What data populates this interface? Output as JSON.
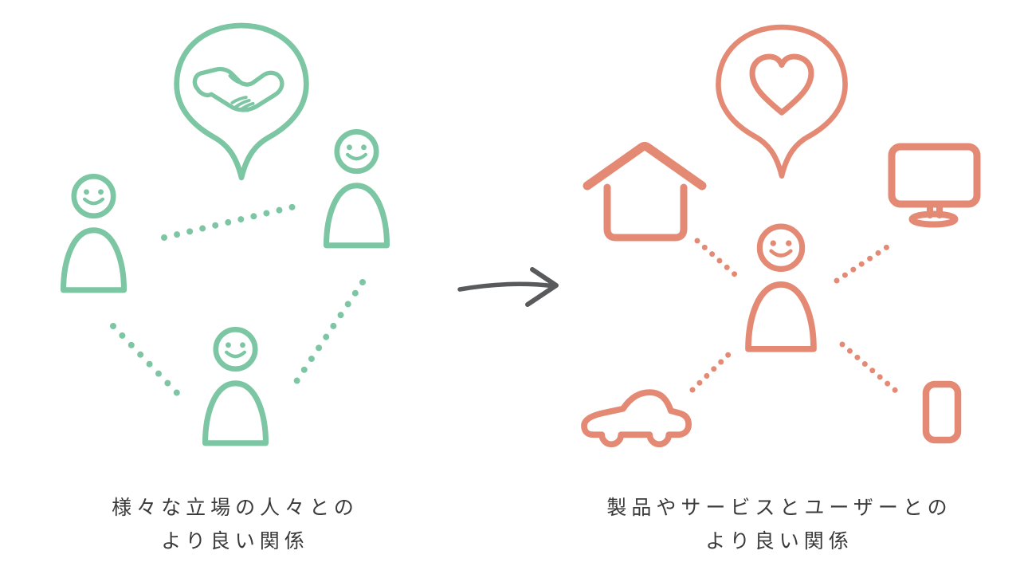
{
  "colors": {
    "green": "#7cc6a4",
    "salmon": "#e48a74",
    "arrow": "#595a5c",
    "text": "#3a3a3a",
    "background": "#ffffff"
  },
  "left_group": {
    "caption": {
      "line1": "様々な立場の人々との",
      "line2": "より良い関係"
    },
    "icons": [
      {
        "name": "handshake-speech-bubble"
      },
      {
        "name": "person-left"
      },
      {
        "name": "person-top-right"
      },
      {
        "name": "person-bottom"
      }
    ],
    "connector_style": "dotted"
  },
  "right_group": {
    "caption": {
      "line1": "製品やサービスとユーザーとの",
      "line2": "より良い関係"
    },
    "icons": [
      {
        "name": "heart-speech-bubble"
      },
      {
        "name": "house"
      },
      {
        "name": "monitor"
      },
      {
        "name": "user-person"
      },
      {
        "name": "car"
      },
      {
        "name": "smartphone"
      }
    ],
    "connector_style": "dotted"
  },
  "arrow": {
    "name": "transition-arrow",
    "direction": "right"
  }
}
